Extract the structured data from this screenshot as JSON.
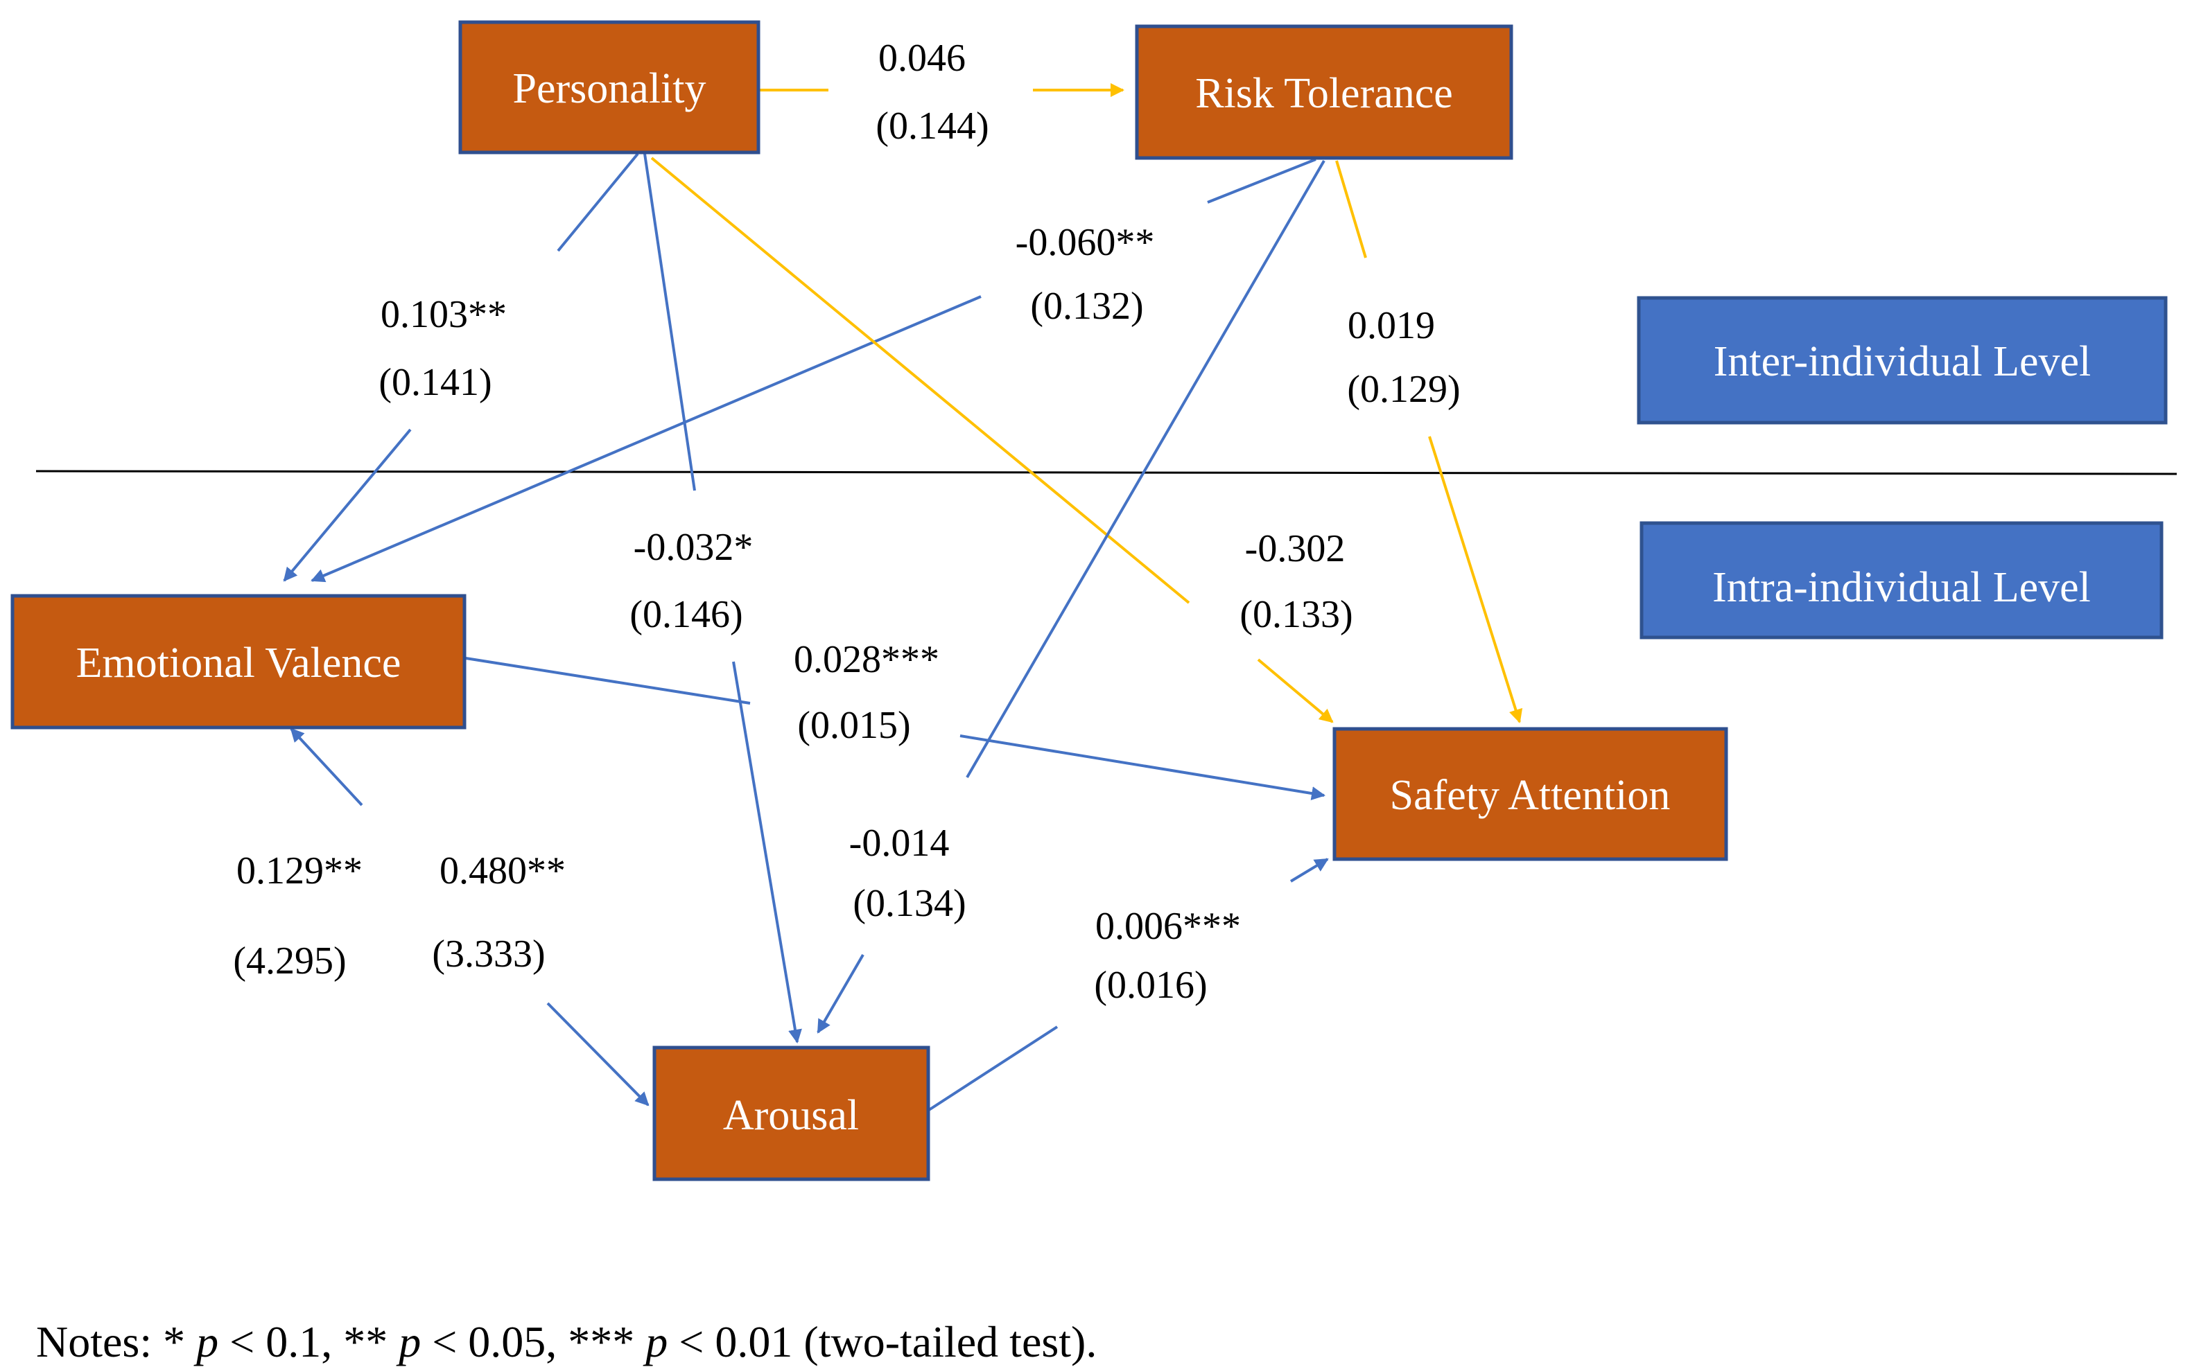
{
  "colors": {
    "node_fill": "#c55a11",
    "node_stroke": "#2f4f8f",
    "level_fill": "#4472c4",
    "level_stroke": "#2f528f",
    "blue_path": "#4472c4",
    "yellow_path": "#ffc000",
    "divider": "#000000"
  },
  "nodes": {
    "personality": "Personality",
    "risk_tolerance": "Risk Tolerance",
    "emotional_valence": "Emotional Valence",
    "safety_attention": "Safety Attention",
    "arousal": "Arousal"
  },
  "levels": {
    "inter": "Inter-individual Level",
    "intra": "Intra-individual Level"
  },
  "paths": {
    "p_rt": {
      "coef": "0.046",
      "se": "(0.144)"
    },
    "p_ev": {
      "coef": "0.103**",
      "se": "(0.141)"
    },
    "rt_ev": {
      "coef": "-0.060**",
      "se": "(0.132)"
    },
    "rt_sa": {
      "coef": "0.019",
      "se": "(0.129)"
    },
    "p_ar": {
      "coef": "-0.032*",
      "se": "(0.146)"
    },
    "p_sa": {
      "coef": "-0.302",
      "se": "(0.133)"
    },
    "ev_sa": {
      "coef": "0.028***",
      "se": "(0.015)"
    },
    "rt_ar": {
      "coef": "-0.014",
      "se": "(0.134)"
    },
    "ar_ev": {
      "coef": "0.129**",
      "se": "(4.295)"
    },
    "ev_ar": {
      "coef": "0.480**",
      "se": "(3.333)"
    },
    "ar_sa": {
      "coef": "0.006***",
      "se": "(0.016)"
    }
  },
  "notes": {
    "prefix": "Notes: * ",
    "p1": "p",
    "t1": " < 0.1, ** ",
    "p2": "p",
    "t2": " < 0.05, *** ",
    "p3": "p",
    "t3": " < 0.01 (two-tailed test)."
  }
}
